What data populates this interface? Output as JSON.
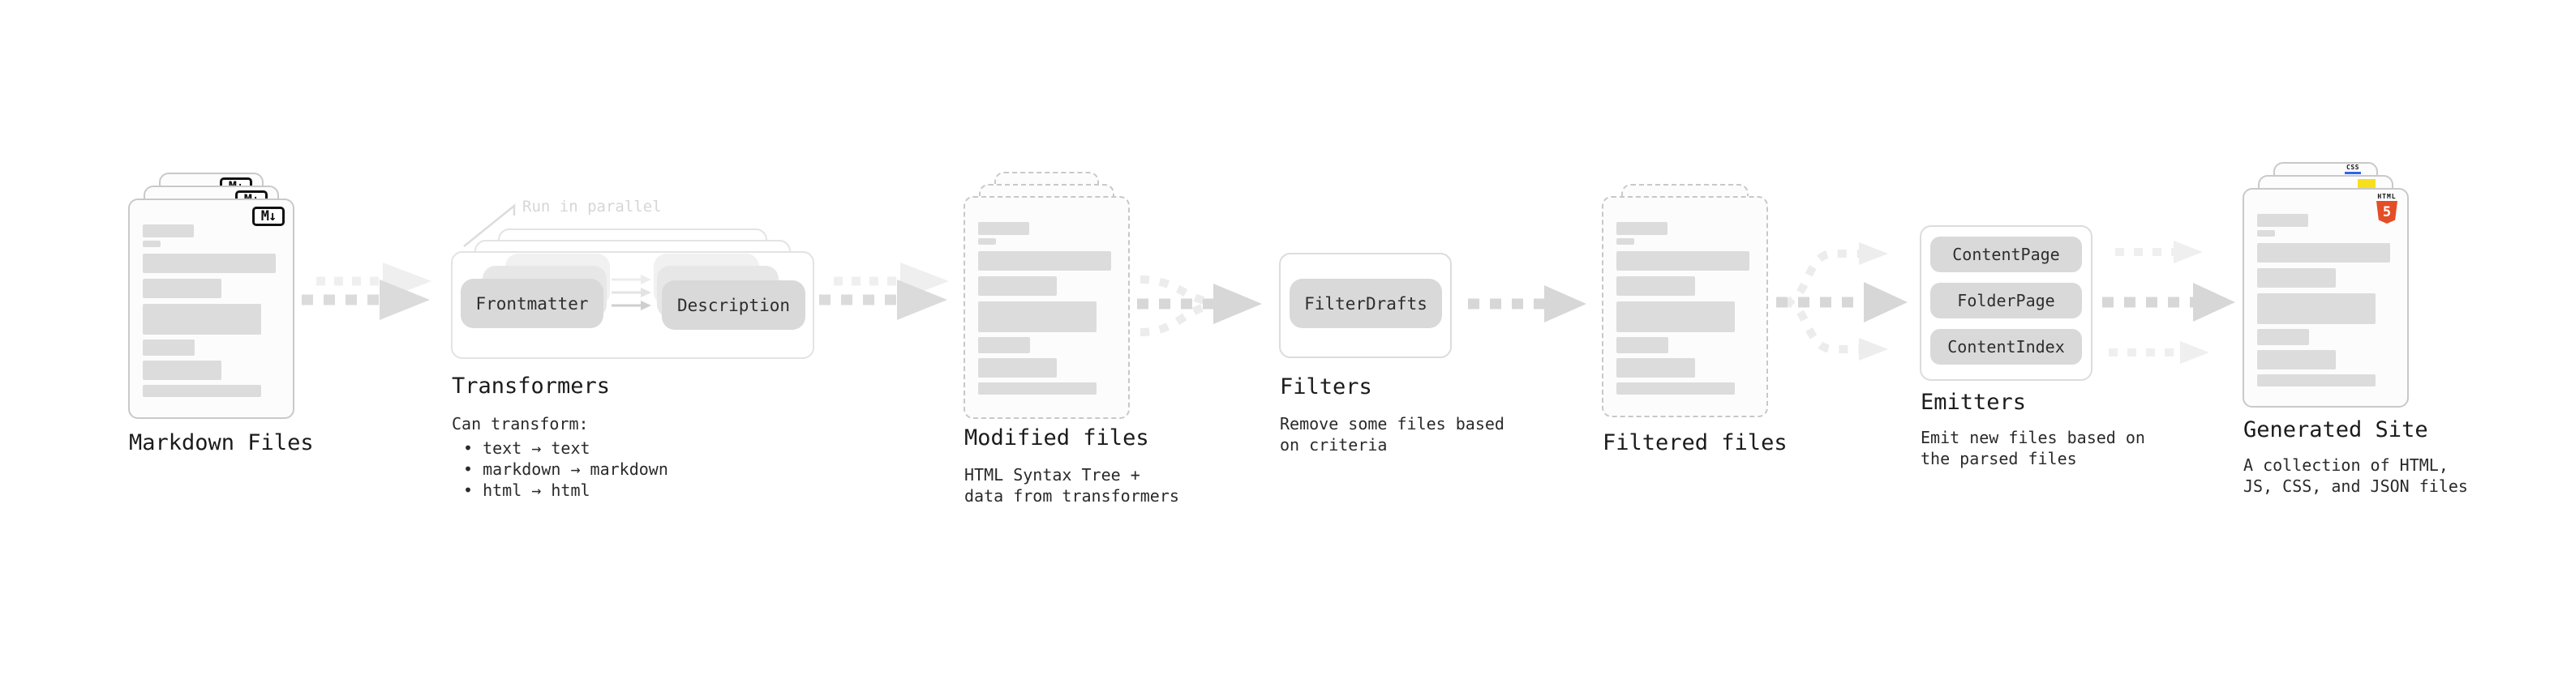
{
  "markdown_files": {
    "label": "Markdown Files",
    "badge": "M↓"
  },
  "transformers": {
    "callout": "Run in parallel",
    "pill_left": "Frontmatter",
    "pill_right": "Description",
    "label": "Transformers",
    "note_title": "Can transform:",
    "bullets": [
      "• text → text",
      "• markdown → markdown",
      "• html → html"
    ]
  },
  "modified_files": {
    "label": "Modified files",
    "sub_line1": "HTML Syntax Tree +",
    "sub_line2": "data from transformers"
  },
  "filters": {
    "pill": "FilterDrafts",
    "label": "Filters",
    "sub_line1": "Remove some files based",
    "sub_line2": "on criteria"
  },
  "filtered_files": {
    "label": "Filtered files"
  },
  "emitters": {
    "pill1": "ContentPage",
    "pill2": "FolderPage",
    "pill3": "ContentIndex",
    "label": "Emitters",
    "sub_line1": "Emit new files based on",
    "sub_line2": "the parsed files"
  },
  "generated_site": {
    "label": "Generated Site",
    "sub_line1": "A collection of HTML,",
    "sub_line2": "JS, CSS, and JSON files",
    "badge_html_label": "HTML",
    "badge_html_number": "5",
    "badge_css_label": "CSS"
  }
}
